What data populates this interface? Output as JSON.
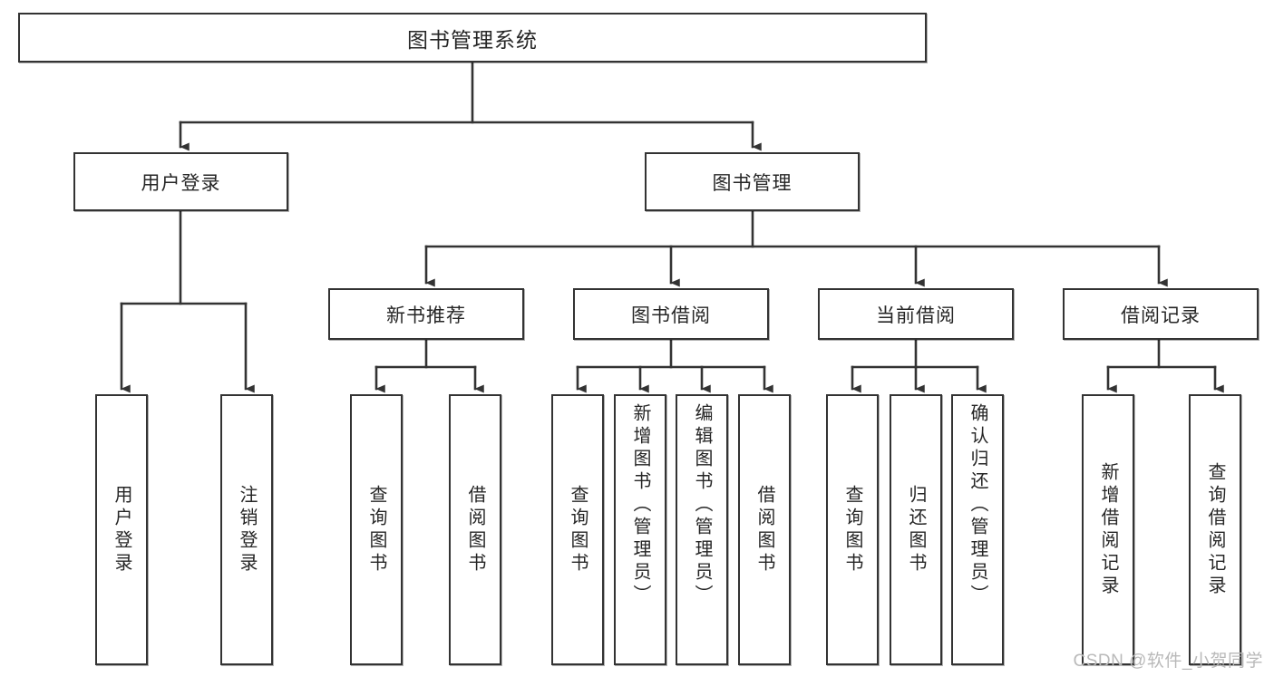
{
  "diagram": {
    "type": "tree",
    "title": "图书管理系统",
    "watermark": "CSDN @软件_小贺同学",
    "colors": {
      "background": "#ffffff",
      "node_border": "#333333",
      "node_fill": "#ffffff",
      "edge": "#333333",
      "text": "#262626",
      "watermark": "#b9b9b9"
    },
    "root": {
      "label": "图书管理系统"
    },
    "level2": [
      {
        "label": "用户登录"
      },
      {
        "label": "图书管理"
      }
    ],
    "level3": [
      {
        "label": "新书推荐"
      },
      {
        "label": "图书借阅"
      },
      {
        "label": "当前借阅"
      },
      {
        "label": "借阅记录"
      }
    ],
    "leaves": {
      "user_login": [
        {
          "label": "用户登录"
        },
        {
          "label": "注销登录"
        }
      ],
      "new_book_recommend": [
        {
          "label": "查询图书"
        },
        {
          "label": "借阅图书"
        }
      ],
      "book_borrow": [
        {
          "label": "查询图书"
        },
        {
          "label": "新增图书（管理员）"
        },
        {
          "label": "编辑图书（管理员）"
        },
        {
          "label": "借阅图书"
        }
      ],
      "current_borrow": [
        {
          "label": "查询图书"
        },
        {
          "label": "归还图书"
        },
        {
          "label": "确认归还（管理员）"
        }
      ],
      "borrow_record": [
        {
          "label": "新增借阅记录"
        },
        {
          "label": "查询借阅记录"
        }
      ]
    }
  }
}
